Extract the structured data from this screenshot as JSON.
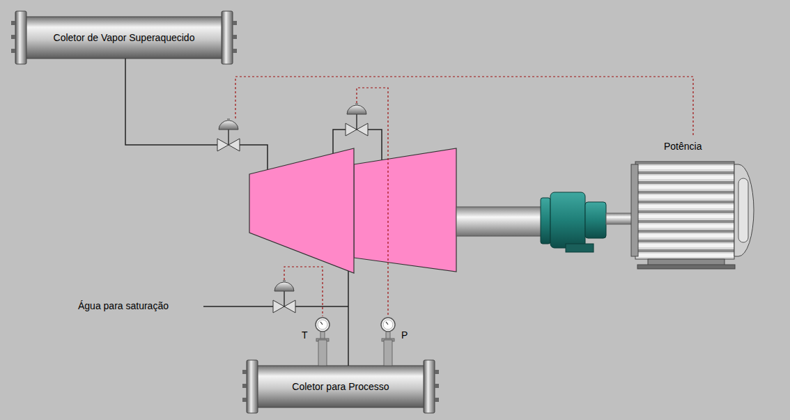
{
  "diagram": {
    "nodes": [
      {
        "text": [
          "Coletor de Vapor Superaquecido"
        ]
      },
      {
        "text": [
          "Coletor para Processo"
        ]
      }
    ],
    "labels": [
      "Potência",
      "Água para saturação",
      "T",
      "P"
    ]
  }
}
